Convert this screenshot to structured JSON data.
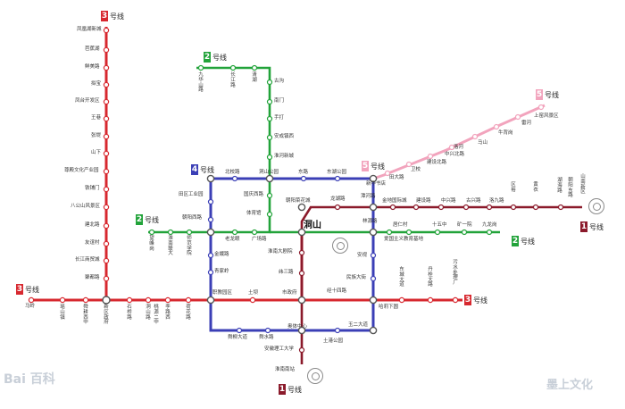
{
  "colors": {
    "line1": "#8b1a2b",
    "line2": "#22a33a",
    "line3": "#d7282f",
    "line4": "#3b3fb6",
    "line5": "#f2a4bd"
  },
  "line_tags": {
    "l3_top": {
      "num": "3",
      "label": "号线"
    },
    "l3_left": {
      "num": "3",
      "label": "号线"
    },
    "l3_right": {
      "num": "3",
      "label": "号线"
    },
    "l2_top": {
      "num": "2",
      "label": "号线"
    },
    "l2_left": {
      "num": "2",
      "label": "号线"
    },
    "l2_right": {
      "num": "2",
      "label": "号线"
    },
    "l4": {
      "num": "4",
      "label": "号线"
    },
    "l5_mid": {
      "num": "5",
      "label": "号线"
    },
    "l5_top": {
      "num": "5",
      "label": "号线"
    },
    "l1_bottom": {
      "num": "1",
      "label": "号线"
    },
    "l1_right": {
      "num": "1",
      "label": "号线"
    }
  },
  "stations": {
    "l3_north": [
      "凤凰湖新城",
      "芭蕉湖",
      "鲜美路",
      "拟宝",
      "凤台开发区",
      "王巷",
      "张堤",
      "山下",
      "尊殿文化产业园",
      "铁铺门",
      "八公山风景区",
      "建北路",
      "友谊村",
      "长江商贸城",
      "聚都路"
    ],
    "l3_west_h": [
      "马岭",
      "瑶山镇"
    ],
    "l3_west_v": [
      "舜耕西中",
      "新区政府",
      "石桥路",
      "洞山路",
      "桃源二中",
      "李路西",
      "荷花路"
    ],
    "l2_top_h": [
      "古沟",
      "南门",
      "手打",
      "安成镇西",
      "淮河新城"
    ],
    "l2_top_v": [
      "九华山路",
      "长江路",
      "清湖"
    ],
    "l2_mid": [
      "洞山公园",
      "国庆西路",
      "体育馆"
    ],
    "l5": [
      "上窑风景区",
      "雷河",
      "牛背岗",
      "马山",
      "洛河",
      "中兴北路",
      "建设北路",
      "卫校",
      "田大路",
      "新华书店"
    ],
    "l4_top": [
      "北校路",
      "东路",
      "东湖公园"
    ],
    "l4_west": [
      "田区工业园",
      "朝阳西路",
      "金娥路",
      "青家岭",
      "职教园区"
    ],
    "l4_south": [
      "舜柳大道",
      "舜水路",
      "安徽理工大学",
      "淮南南站"
    ],
    "l4_misc": [
      "朝阳菜花城",
      "龙湖路",
      "广场路",
      "老龙眼",
      "淮南大剧院",
      "纬三路",
      "土坝",
      "市政府",
      "经十四路",
      "奥体中心",
      "玉二大道",
      "土港公园",
      "民族大街",
      "安视",
      "居仁村",
      "爱国主义教育基地",
      "十五中",
      "矿一院",
      "九龙岗",
      "哈莉下圆"
    ],
    "l1_east": [
      "金地国际城",
      "建设路",
      "中兴路",
      "古兴路",
      "洛九路"
    ],
    "l1_east_v": [
      "区裕",
      "黄衣",
      "湖海路",
      "朝阳东路",
      "山南新区"
    ],
    "l2_west_v": [
      "望峰岗",
      "淮南联大",
      "师范学院"
    ],
    "l3_south_v": [
      "东城大道",
      "丹桂大路",
      "污水处理厂"
    ]
  },
  "hubs": {
    "dongshan": "洞山",
    "lianghuai": "林源路",
    "tianjiaan": "潭河路"
  },
  "watermark": {
    "left": "Bai 百科",
    "right": "墨上文化"
  }
}
